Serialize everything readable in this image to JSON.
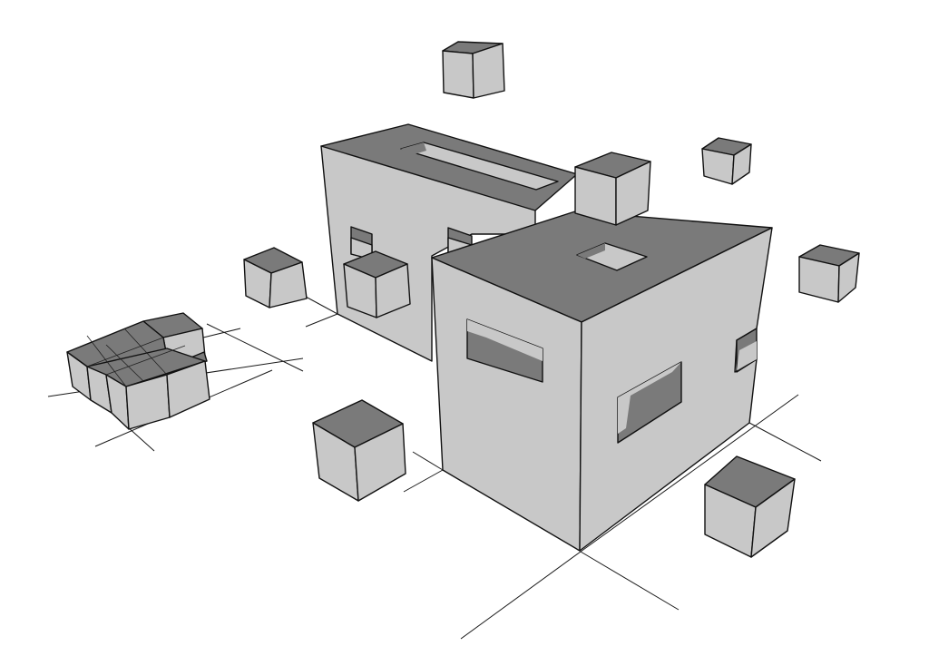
{
  "colors": {
    "background": "#ffffff",
    "top_face": "#7a7a7a",
    "side_face": "#c8c8c8",
    "outline": "#111111",
    "guide_line": "#1a1a1a"
  },
  "scene": {
    "main_building": "two-block-isometric-building",
    "scattered_cubes": 8,
    "cube_cluster": "step-cluster"
  }
}
